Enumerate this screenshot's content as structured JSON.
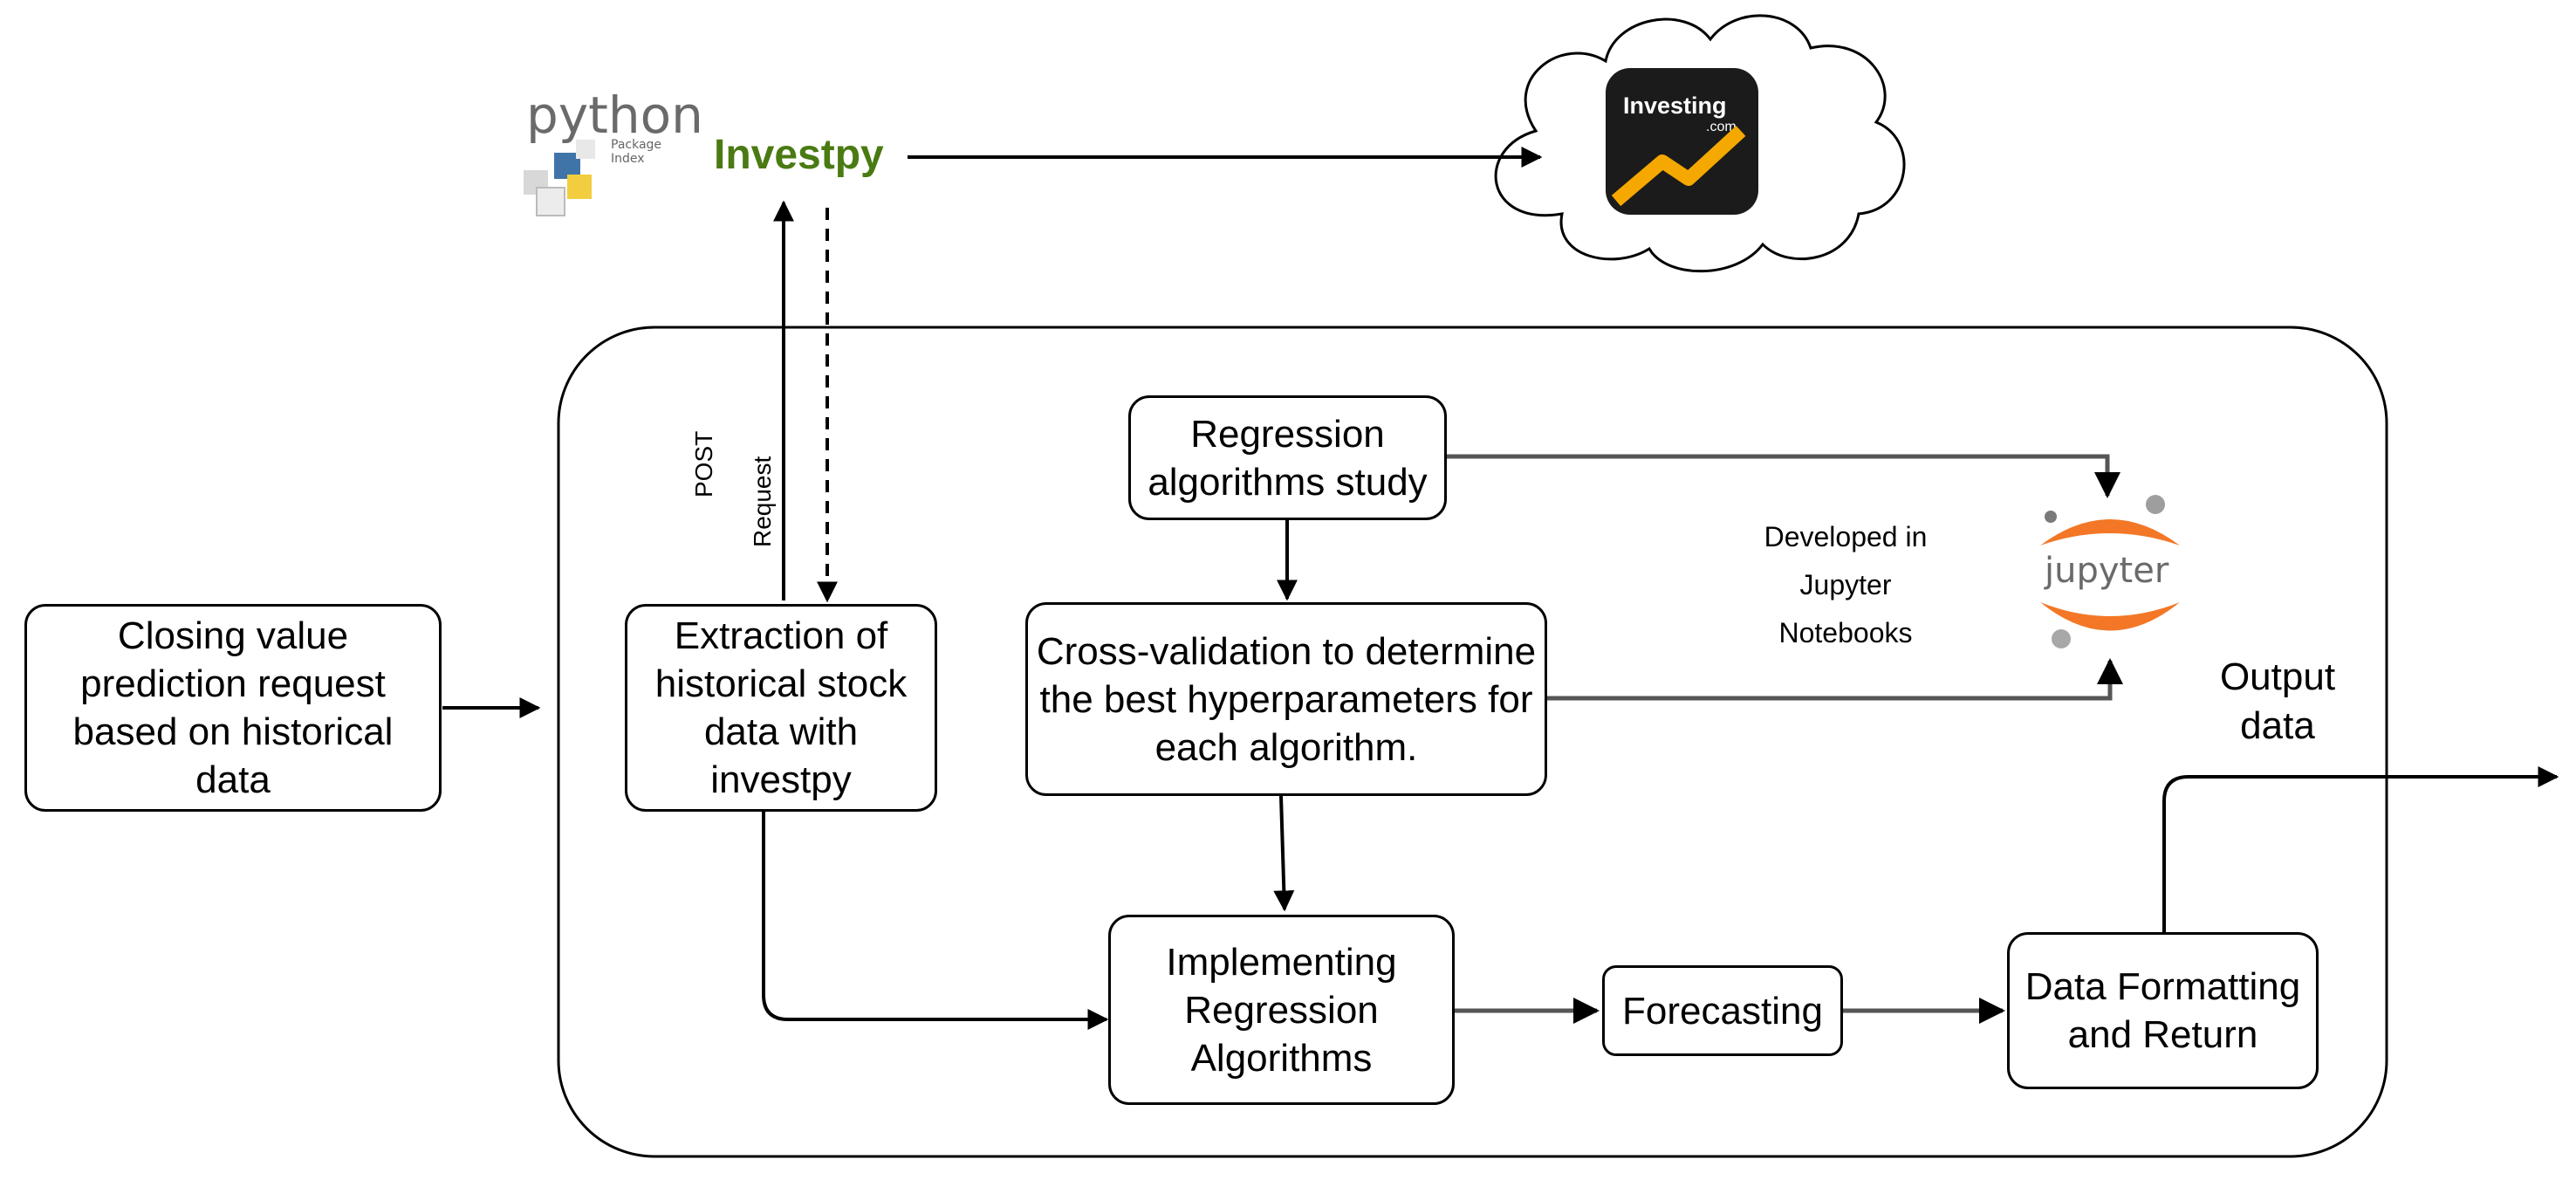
{
  "boxes": {
    "request": "Closing value prediction request based on historical data",
    "extraction": "Extraction of historical stock data with investpy",
    "study": "Regression algorithms study",
    "crossval": "Cross-validation to determine the best hyperparameters for each algorithm.",
    "implementing": "Implementing Regression Algorithms",
    "forecasting": "Forecasting",
    "formatting": "Data Formatting and Return"
  },
  "labels": {
    "investpy": "Investpy",
    "post": "POST",
    "request": "Request",
    "developed_line1": "Developed in",
    "developed_line2": "Jupyter",
    "developed_line3": "Notebooks",
    "output_line1": "Output",
    "output_line2": "data"
  },
  "logos": {
    "python_wordmark": "python",
    "pypi_line1": "Package",
    "pypi_line2": "Index",
    "investing_wordmark": "Investing",
    "investing_suffix": ".com",
    "jupyter_wordmark": "jupyter"
  },
  "colors": {
    "investpy_green": "#4a7a12",
    "jupyter_orange": "#f37726",
    "jupyter_gray": "#9e9e9e",
    "investing_dark": "#1b1b1b",
    "investing_orange": "#f5a800"
  }
}
